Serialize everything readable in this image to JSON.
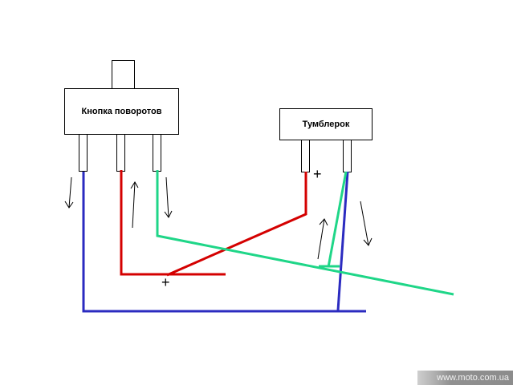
{
  "diagram": {
    "background": "#ffffff",
    "boxes": {
      "turn_button": {
        "label": "Кнопка поворотов"
      },
      "toggle": {
        "label": "Тумблерок"
      }
    },
    "plus_signs": {
      "toggle_plus": "+",
      "red_plus": "+"
    },
    "colors": {
      "wire_blue": "#2b2bc0",
      "wire_red": "#d40000",
      "wire_green": "#1fd688",
      "arrow_black": "#000000",
      "box_border": "#000000"
    }
  },
  "watermark": {
    "text": "www.moto.com.ua",
    "bg": "#8c8c8c",
    "fg": "#f2f2f2"
  }
}
